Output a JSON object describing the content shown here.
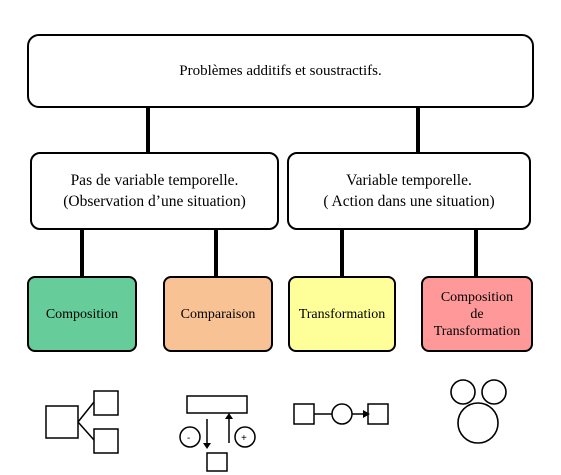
{
  "root": {
    "label": "Problèmes additifs et soustractifs."
  },
  "categories": [
    {
      "line1": "Pas de variable temporelle.",
      "line2": "(Observation d’une situation)"
    },
    {
      "line1": "Variable temporelle.",
      "line2": "( Action dans une situation)"
    }
  ],
  "leaves": [
    {
      "lines": [
        "Composition"
      ],
      "color": "#66cc99",
      "icon": "composition-schema-icon"
    },
    {
      "lines": [
        "Comparaison"
      ],
      "color": "#f8c294",
      "icon": "comparison-schema-icon"
    },
    {
      "lines": [
        "Transformation"
      ],
      "color": "#ffff99",
      "icon": "transformation-schema-icon"
    },
    {
      "lines": [
        "Composition",
        "de",
        "Transformation"
      ],
      "color": "#ff9999",
      "icon": "transformation-composition-schema-icon"
    }
  ],
  "symbols": {
    "minus": "-",
    "plus": "+"
  }
}
